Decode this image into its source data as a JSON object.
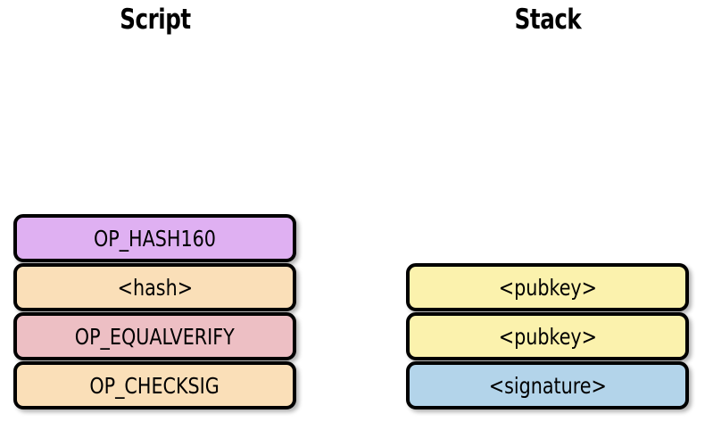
{
  "figure": {
    "background": "#ffffff",
    "border_color": "#000000"
  },
  "columns": [
    {
      "name": "script",
      "title": "Script",
      "boxes": [
        {
          "label": "OP_HASH160",
          "color": "#dfb0f2",
          "fill_class": "fill-purple"
        },
        {
          "label": "<hash>",
          "color": "#fadfb8",
          "fill_class": "fill-orange"
        },
        {
          "label": "OP_EQUALVERIFY",
          "color": "#edbfc4",
          "fill_class": "fill-pink"
        },
        {
          "label": "OP_CHECKSIG",
          "color": "#fadfb8",
          "fill_class": "fill-orange"
        }
      ]
    },
    {
      "name": "stack",
      "title": "Stack",
      "boxes": [
        {
          "label": "<pubkey>",
          "color": "#fbf2ad",
          "fill_class": "fill-yellow"
        },
        {
          "label": "<pubkey>",
          "color": "#fbf2ad",
          "fill_class": "fill-yellow"
        },
        {
          "label": "<signature>",
          "color": "#b3d4ea",
          "fill_class": "fill-blue"
        }
      ]
    }
  ]
}
